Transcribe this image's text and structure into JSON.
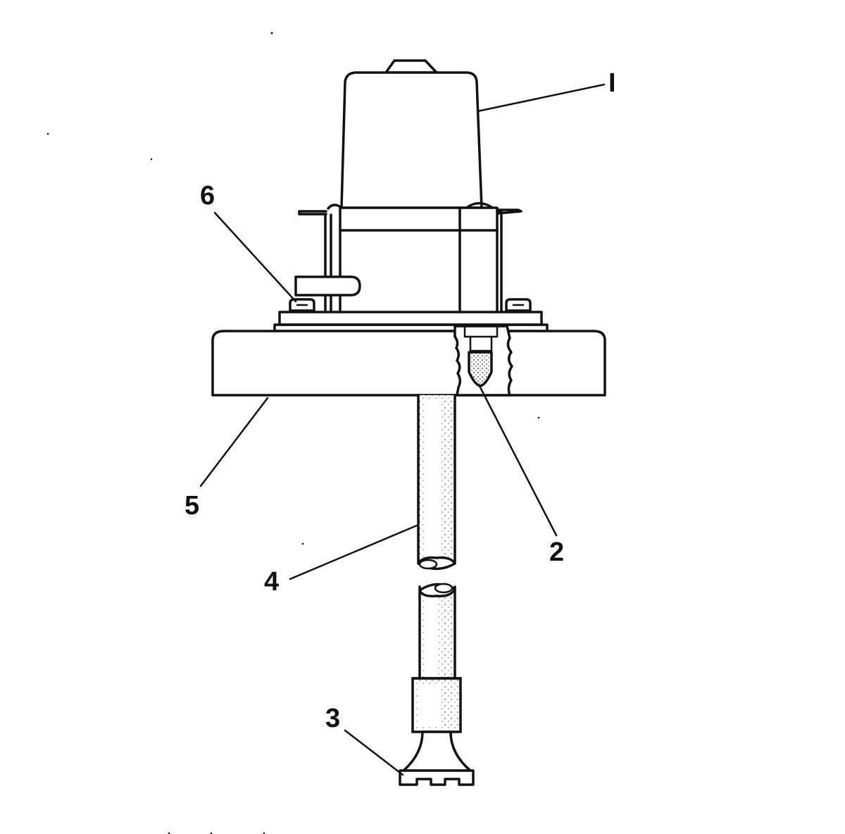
{
  "figure": {
    "labels": {
      "part_1": "I",
      "part_2": "2",
      "part_3": "3",
      "part_4": "4",
      "part_5": "5",
      "part_6": "6"
    }
  },
  "colors": {
    "line": "#111111",
    "background": "#ffffff",
    "stipple": "#222222"
  }
}
